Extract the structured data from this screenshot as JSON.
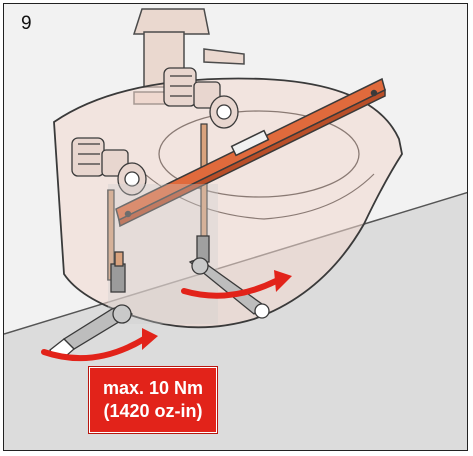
{
  "step": {
    "number": "9"
  },
  "torque_label": {
    "line1": "max. 10 Nm",
    "line2": "(1420 oz-in)"
  },
  "colors": {
    "wall": "#f2f2f2",
    "floor": "#dcdcdc",
    "fixture_tint": "#f3d9cf",
    "outline": "#3a3a3a",
    "spirit_level": "#e06a3c",
    "accent_red": "#e2231a",
    "pipe": "#d9a27d"
  },
  "icons": {
    "arrows": "curved-arrow-icon",
    "wrench": "wrench-icon",
    "spirit_level": "spirit-level-icon"
  }
}
